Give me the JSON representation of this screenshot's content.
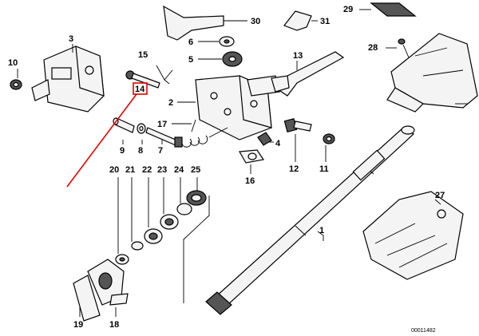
{
  "diagram": {
    "labels": [
      "1",
      "2",
      "3",
      "4",
      "5",
      "6",
      "7",
      "8",
      "9",
      "10",
      "11",
      "12",
      "13",
      "14",
      "15",
      "16",
      "17",
      "18",
      "19",
      "20",
      "21",
      "22",
      "23",
      "24",
      "25",
      "27",
      "28",
      "29",
      "30",
      "31"
    ],
    "highlight": "14",
    "catalog_number": "00011482",
    "colors": {
      "highlight": "#e00000",
      "ink": "#000000",
      "fill": "#f4f4f4"
    }
  }
}
